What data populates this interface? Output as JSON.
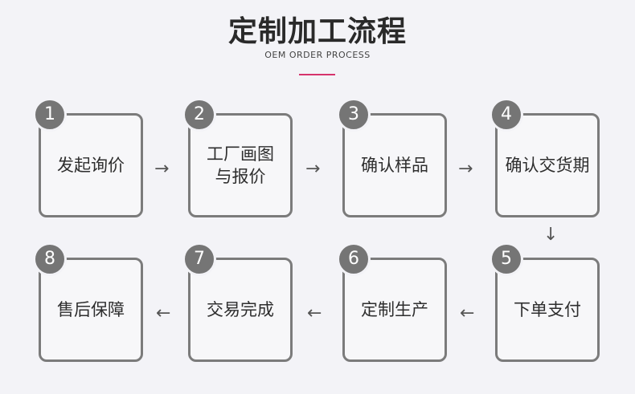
{
  "header": {
    "title": "定制加工流程",
    "subtitle": "OEM ORDER PROCESS",
    "accent_color": "#d6336c"
  },
  "steps": [
    {
      "number": "1",
      "label": "发起询价"
    },
    {
      "number": "2",
      "label": "工厂画图\n与报价"
    },
    {
      "number": "3",
      "label": "确认样品"
    },
    {
      "number": "4",
      "label": "确认交货期"
    },
    {
      "number": "5",
      "label": "下单支付"
    },
    {
      "number": "6",
      "label": "定制生产"
    },
    {
      "number": "7",
      "label": "交易完成"
    },
    {
      "number": "8",
      "label": "售后保障"
    }
  ],
  "arrows": {
    "right": "→",
    "left": "←",
    "down": "↓"
  }
}
